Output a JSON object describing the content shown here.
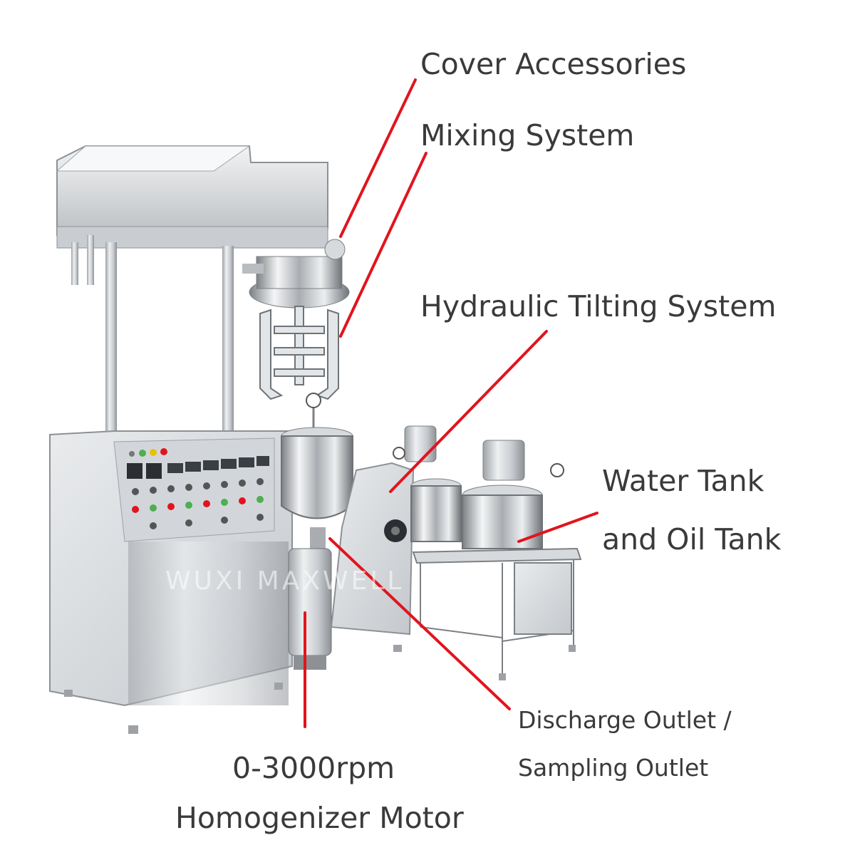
{
  "labels": {
    "cover_accessories": "Cover Accessories",
    "mixing_system": "Mixing System",
    "hydraulic_tilting_system": "Hydraulic Tilting System",
    "water_tank_line1": "Water Tank",
    "water_tank_line2": "and Oil Tank",
    "discharge_line1": "Discharge Outlet /",
    "discharge_line2": "Sampling Outlet",
    "motor_line1": "0-3000rpm",
    "motor_line2": "Homogenizer Motor"
  },
  "watermark": "WUXI MAXWELL",
  "colors": {
    "leader_line": "#e1141e",
    "label_text": "#3a3a3a",
    "steel_light": "#e6e8ea",
    "steel_mid": "#b9bdc1",
    "steel_dark": "#7d8185"
  }
}
